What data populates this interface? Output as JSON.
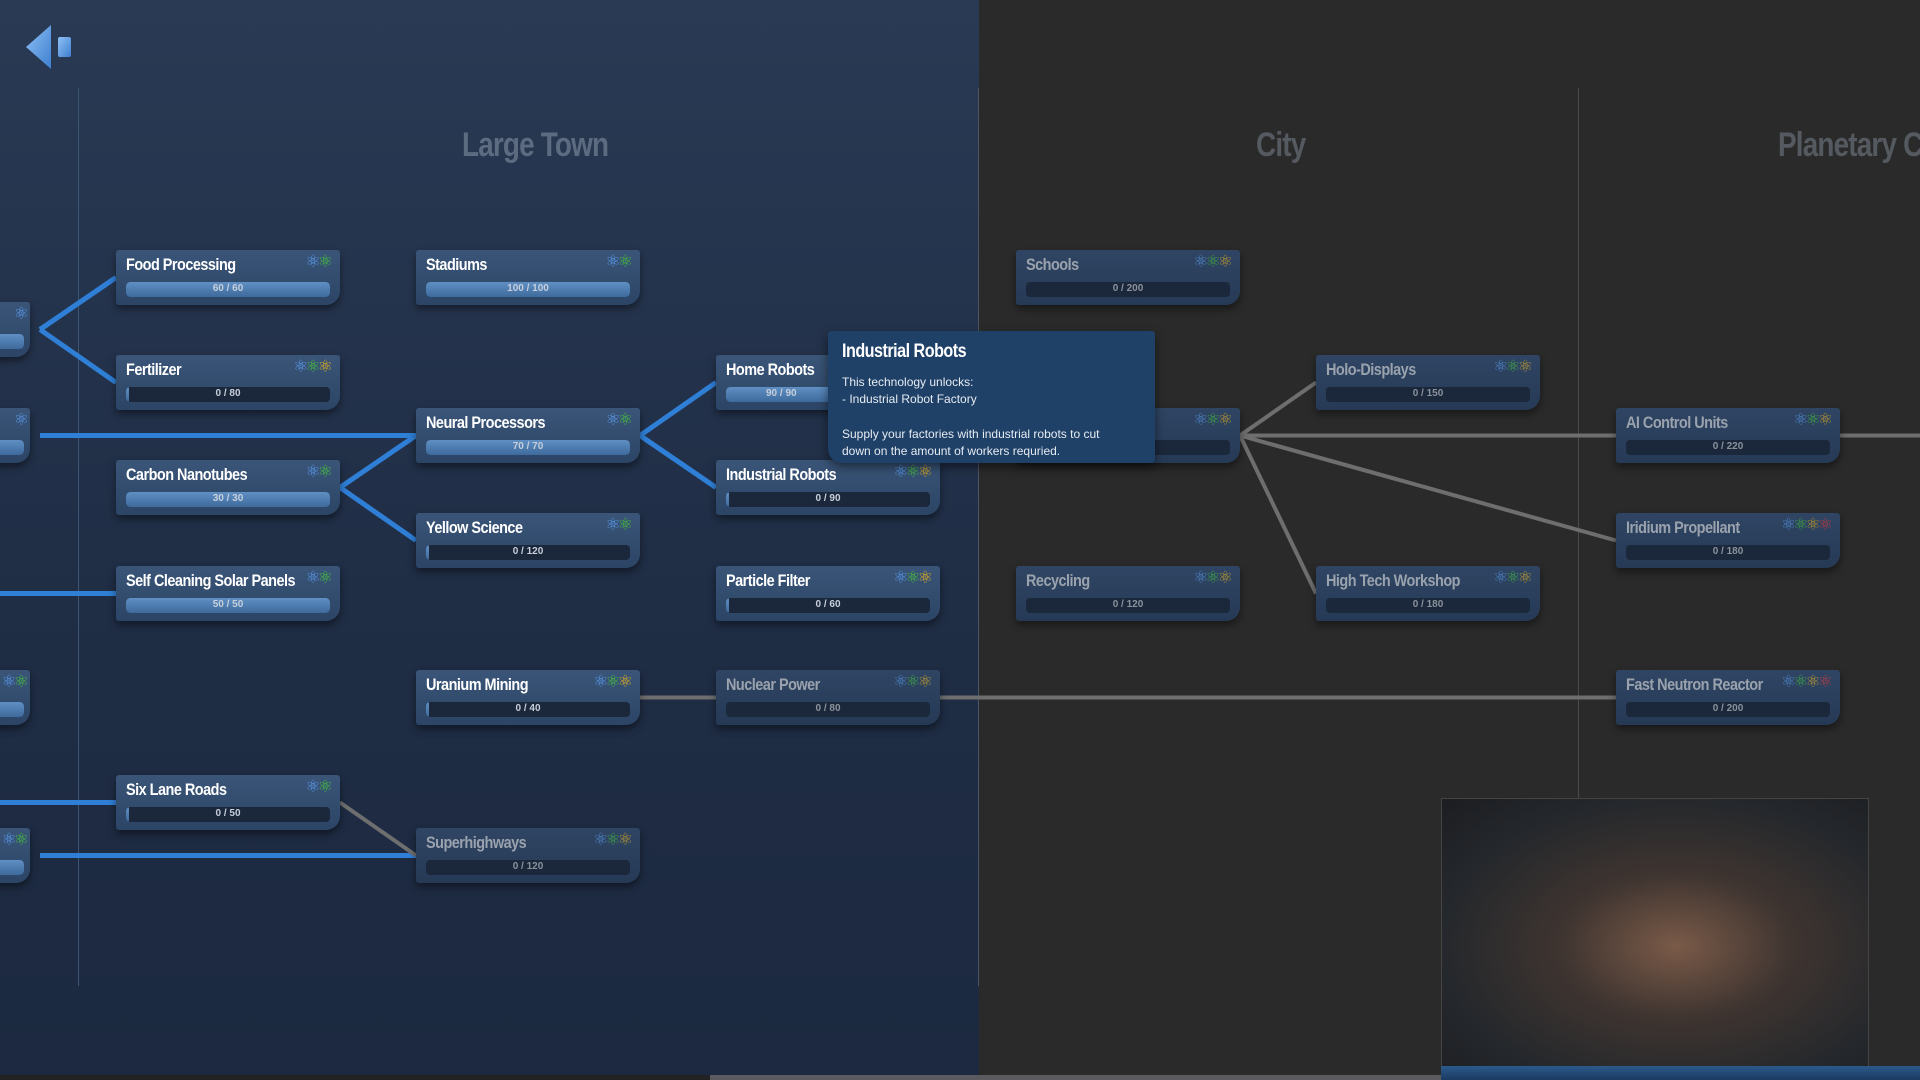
{
  "columns": [
    {
      "title": "Large Town"
    },
    {
      "title": "City"
    },
    {
      "title": "Planetary Co"
    }
  ],
  "icon_colors": {
    "blue": "#5b9cf0",
    "green": "#46c23a",
    "yellow": "#e8b21c",
    "red": "#e03a3a"
  },
  "link_colors": {
    "active": "#2f7fd6",
    "locked": "#6e6e6e"
  },
  "nodes": [
    {
      "id": "food-processing",
      "name": "Food Processing",
      "progress": 60,
      "max": 60,
      "state": "done",
      "icons": [
        "blue",
        "green"
      ]
    },
    {
      "id": "fertilizer",
      "name": "Fertilizer",
      "progress": 0,
      "max": 80,
      "state": "available",
      "icons": [
        "blue",
        "green",
        "yellow"
      ]
    },
    {
      "id": "carbon-nanotubes",
      "name": "Carbon Nanotubes",
      "progress": 30,
      "max": 30,
      "state": "done",
      "icons": [
        "blue",
        "green"
      ]
    },
    {
      "id": "self-cleaning-solar-panels",
      "name": "Self Cleaning Solar Panels",
      "progress": 50,
      "max": 50,
      "state": "done",
      "icons": [
        "blue",
        "green"
      ]
    },
    {
      "id": "six-lane-roads",
      "name": "Six Lane Roads",
      "progress": 0,
      "max": 50,
      "state": "available",
      "icons": [
        "blue",
        "green"
      ]
    },
    {
      "id": "stadiums",
      "name": "Stadiums",
      "progress": 100,
      "max": 100,
      "state": "done",
      "icons": [
        "blue",
        "green"
      ]
    },
    {
      "id": "neural-processors",
      "name": "Neural Processors",
      "progress": 70,
      "max": 70,
      "state": "done",
      "icons": [
        "blue",
        "green"
      ]
    },
    {
      "id": "yellow-science",
      "name": "Yellow Science",
      "progress": 0,
      "max": 120,
      "state": "available",
      "icons": [
        "blue",
        "green"
      ]
    },
    {
      "id": "uranium-mining",
      "name": "Uranium Mining",
      "progress": 0,
      "max": 40,
      "state": "available",
      "icons": [
        "blue",
        "green",
        "yellow"
      ]
    },
    {
      "id": "superhighways",
      "name": "Superhighways",
      "progress": 0,
      "max": 120,
      "state": "locked",
      "icons": [
        "blue",
        "green",
        "yellow"
      ]
    },
    {
      "id": "home-robots",
      "name": "Home Robots",
      "progress": 90,
      "max": 90,
      "state": "done",
      "icons": []
    },
    {
      "id": "industrial-robots",
      "name": "Industrial Robots",
      "progress": 0,
      "max": 90,
      "state": "available",
      "icons": [
        "blue",
        "green",
        "yellow"
      ]
    },
    {
      "id": "particle-filter",
      "name": "Particle Filter",
      "progress": 0,
      "max": 60,
      "state": "available",
      "icons": [
        "blue",
        "green",
        "yellow"
      ]
    },
    {
      "id": "nuclear-power",
      "name": "Nuclear Power",
      "progress": 0,
      "max": 80,
      "state": "locked",
      "icons": [
        "blue",
        "green",
        "yellow"
      ]
    },
    {
      "id": "schools",
      "name": "Schools",
      "progress": 0,
      "max": 200,
      "state": "locked",
      "icons": [
        "blue",
        "green",
        "yellow"
      ]
    },
    {
      "id": "hidden-city-tech",
      "name": null,
      "progress": null,
      "max": null,
      "state": "locked",
      "icons": [
        "blue",
        "green",
        "yellow"
      ]
    },
    {
      "id": "recycling",
      "name": "Recycling",
      "progress": 0,
      "max": 120,
      "state": "locked",
      "icons": [
        "blue",
        "green",
        "yellow"
      ]
    },
    {
      "id": "holo-displays",
      "name": "Holo-Displays",
      "progress": 0,
      "max": 150,
      "state": "locked",
      "icons": [
        "blue",
        "green",
        "yellow"
      ]
    },
    {
      "id": "high-tech-workshop",
      "name": "High Tech Workshop",
      "progress": 0,
      "max": 180,
      "state": "locked",
      "icons": [
        "blue",
        "green",
        "yellow"
      ]
    },
    {
      "id": "ai-control-units",
      "name": "AI Control Units",
      "progress": 0,
      "max": 220,
      "state": "locked",
      "icons": [
        "blue",
        "green",
        "yellow"
      ]
    },
    {
      "id": "iridium-propellant",
      "name": "Iridium Propellant",
      "progress": 0,
      "max": 180,
      "state": "locked",
      "icons": [
        "blue",
        "green",
        "yellow",
        "red"
      ]
    },
    {
      "id": "fast-neutron-reactor",
      "name": "Fast Neutron Reactor",
      "progress": 0,
      "max": 200,
      "state": "locked",
      "icons": [
        "blue",
        "green",
        "yellow",
        "red"
      ]
    },
    {
      "id": "offscreen-1",
      "name": null,
      "progress": null,
      "max": null,
      "state": "partial",
      "icons": [
        "blue"
      ]
    },
    {
      "id": "offscreen-2",
      "name": null,
      "progress": null,
      "max": null,
      "state": "partial",
      "icons": [
        "blue"
      ]
    },
    {
      "id": "offscreen-3",
      "name": null,
      "progress": null,
      "max": null,
      "state": "partial",
      "icons": [
        "blue",
        "green"
      ]
    },
    {
      "id": "offscreen-4",
      "name": null,
      "progress": null,
      "max": null,
      "state": "partial",
      "icons": [
        "blue",
        "green"
      ]
    }
  ],
  "links": [
    {
      "from": "offscreen-1",
      "to": "food-processing",
      "active": true
    },
    {
      "from": "offscreen-1",
      "to": "fertilizer",
      "active": true
    },
    {
      "from": "offscreen-2",
      "to": "neural-processors",
      "active": true
    },
    {
      "from": "carbon-nanotubes",
      "to": "neural-processors",
      "active": true
    },
    {
      "from": "carbon-nanotubes",
      "to": "yellow-science",
      "active": true
    },
    {
      "from": "neural-processors",
      "to": "home-robots",
      "active": true
    },
    {
      "from": "neural-processors",
      "to": "industrial-robots",
      "active": true
    },
    {
      "from": "offscreen-left",
      "to": "self-cleaning-solar-panels",
      "active": true
    },
    {
      "from": "offscreen-left",
      "to": "six-lane-roads",
      "active": true
    },
    {
      "from": "offscreen-4",
      "to": "superhighways",
      "active": true
    },
    {
      "from": "six-lane-roads",
      "to": "superhighways",
      "active": false
    },
    {
      "from": "uranium-mining",
      "to": "nuclear-power",
      "active": false
    },
    {
      "from": "nuclear-power",
      "to": "fast-neutron-reactor",
      "active": false
    },
    {
      "from": "hidden-city-tech",
      "to": "holo-displays",
      "active": false
    },
    {
      "from": "hidden-city-tech",
      "to": "ai-control-units",
      "active": false
    },
    {
      "from": "hidden-city-tech",
      "to": "iridium-propellant",
      "active": false
    },
    {
      "from": "hidden-city-tech",
      "to": "high-tech-workshop",
      "active": false
    },
    {
      "from": "ai-control-units",
      "to": "offscreen-right",
      "active": false
    }
  ],
  "tooltip": {
    "title": "Industrial Robots",
    "unlocks_heading": "This technology unlocks:",
    "unlocks_item": "- Industrial Robot Factory",
    "description_line1": "Supply your factories with industrial robots to cut",
    "description_line2": "down on the amount of workers requried."
  }
}
